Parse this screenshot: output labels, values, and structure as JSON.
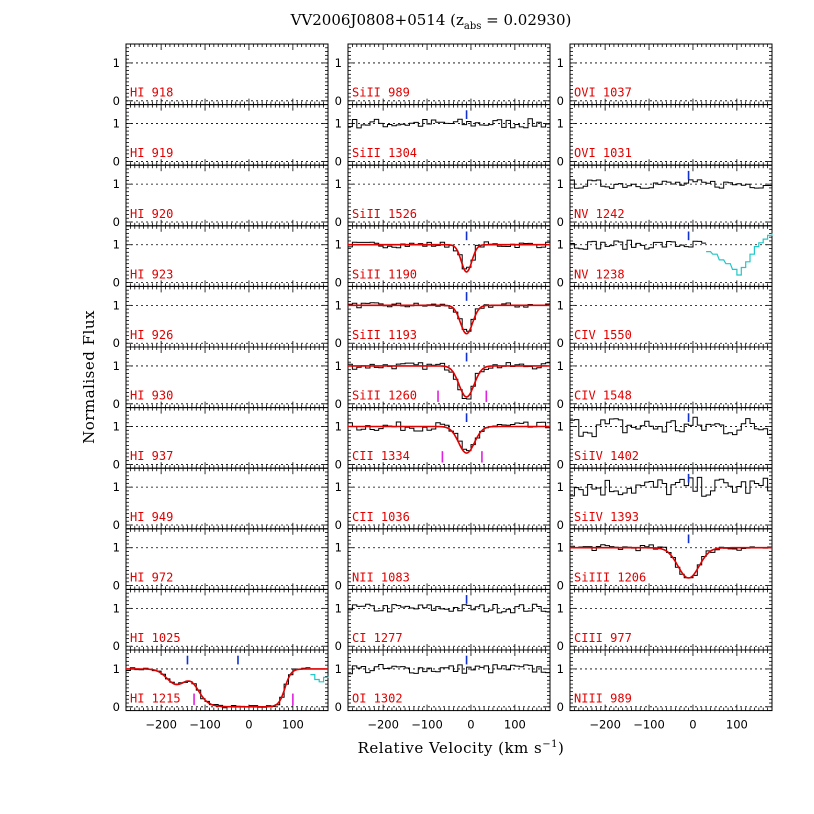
{
  "chart_data": {
    "type": "line",
    "title": "VV2006J0808+0514 (z",
    "title_sub": "abs",
    "title_rest": " = 0.02930)",
    "xlabel": "Relative Velocity (km s",
    "xlabel_sup": "−1",
    "xlabel_end": ")",
    "ylabel": "Normalised Flux",
    "xlim": [
      -280,
      180
    ],
    "ylim": [
      -0.1,
      1.5
    ],
    "x_ticks": [
      -200,
      -100,
      0,
      100
    ],
    "x_tick_labels": [
      "−200",
      "−100",
      "0",
      "100"
    ],
    "y_ticks": [
      0,
      1
    ],
    "y_tick_labels": [
      "0",
      "1"
    ],
    "grid": "dotted lines at flux 0 and 1",
    "colors": {
      "label": "#e00000",
      "model": "#e00000",
      "data": "#000000",
      "component": "#1030d0",
      "marker": "#e020e0",
      "blend": "#20c8c8"
    },
    "columns": [
      [
        {
          "label": "HI 918",
          "data": false
        },
        {
          "label": "HI 919",
          "data": false
        },
        {
          "label": "HI 920",
          "data": false
        },
        {
          "label": "HI 923",
          "data": false
        },
        {
          "label": "HI 926",
          "data": false
        },
        {
          "label": "HI 930",
          "data": false
        },
        {
          "label": "HI 937",
          "data": false
        },
        {
          "label": "HI 949",
          "data": false
        },
        {
          "label": "HI 972",
          "data": false
        },
        {
          "label": "HI 1025",
          "data": false
        },
        {
          "label": "HI 1215",
          "data": true,
          "noise": 0.04,
          "components": [
            -140,
            -25
          ],
          "markers": [
            -125,
            100
          ],
          "model": {
            "type": "damped",
            "lo": -120,
            "hi": 85,
            "w1": 22,
            "w2": 12
          },
          "blend": {
            "from": 140,
            "points": [
              [
                140,
                0.85
              ],
              [
                150,
                0.72
              ],
              [
                160,
                0.66
              ],
              [
                170,
                0.78
              ],
              [
                180,
                0.8
              ]
            ]
          }
        }
      ],
      [
        {
          "label": "SiII 989",
          "data": false
        },
        {
          "label": "SiII 1304",
          "data": true,
          "noise": 0.13,
          "components": [
            -10
          ],
          "model": false
        },
        {
          "label": "SiII 1526",
          "data": false
        },
        {
          "label": "SiII 1190",
          "data": true,
          "noise": 0.08,
          "components": [
            -10
          ],
          "markers": [],
          "model": {
            "type": "gauss",
            "center": -10,
            "depth": 0.72,
            "sigma": 12
          }
        },
        {
          "label": "SiII 1193",
          "data": true,
          "noise": 0.07,
          "components": [
            -10
          ],
          "markers": [],
          "model": {
            "type": "gauss",
            "center": -10,
            "depth": 0.75,
            "sigma": 14
          }
        },
        {
          "label": "SiII 1260",
          "data": true,
          "noise": 0.09,
          "components": [
            -10
          ],
          "markers": [
            -75,
            35
          ],
          "model": {
            "type": "gauss",
            "center": -10,
            "depth": 0.82,
            "sigma": 17
          }
        },
        {
          "label": "CII 1334",
          "data": true,
          "noise": 0.12,
          "components": [
            -10
          ],
          "markers": [
            -65,
            25
          ],
          "model": {
            "type": "gauss",
            "center": -10,
            "depth": 0.7,
            "sigma": 18
          }
        },
        {
          "label": "CII 1036",
          "data": false
        },
        {
          "label": "NII 1083",
          "data": false
        },
        {
          "label": "CI 1277",
          "data": true,
          "noise": 0.12,
          "components": [
            -10
          ],
          "model": false
        },
        {
          "label": "OI 1302",
          "data": true,
          "noise": 0.13,
          "components": [
            -10
          ],
          "model": false
        }
      ],
      [
        {
          "label": "OVI 1037",
          "data": false
        },
        {
          "label": "OVI 1031",
          "data": false
        },
        {
          "label": "NV 1242",
          "data": true,
          "noise": 0.12,
          "components": [
            -10
          ],
          "model": false
        },
        {
          "label": "NV 1238",
          "data": true,
          "noise": 0.12,
          "components": [
            -10
          ],
          "model": false,
          "blend": {
            "from": 30,
            "points": [
              [
                30,
                0.82
              ],
              [
                45,
                0.75
              ],
              [
                60,
                0.6
              ],
              [
                75,
                0.5
              ],
              [
                90,
                0.35
              ],
              [
                100,
                0.2
              ],
              [
                110,
                0.4
              ],
              [
                120,
                0.55
              ],
              [
                130,
                0.75
              ],
              [
                140,
                0.95
              ],
              [
                150,
                1.05
              ],
              [
                160,
                1.15
              ],
              [
                170,
                1.25
              ],
              [
                180,
                1.3
              ]
            ]
          }
        },
        {
          "label": "CIV 1550",
          "data": false
        },
        {
          "label": "CIV 1548",
          "data": false
        },
        {
          "label": "SiIV 1402",
          "data": true,
          "noise": 0.28,
          "components": [
            -10
          ],
          "model": false
        },
        {
          "label": "SiIV 1393",
          "data": true,
          "noise": 0.26,
          "components": [
            -10
          ],
          "model": false
        },
        {
          "label": "SiIII 1206",
          "data": true,
          "noise": 0.08,
          "components": [
            -10
          ],
          "model": {
            "type": "gauss",
            "center": -10,
            "depth": 0.8,
            "sigma": 24
          }
        },
        {
          "label": "CIII 977",
          "data": false
        },
        {
          "label": "NIII 989",
          "data": false
        }
      ]
    ]
  }
}
